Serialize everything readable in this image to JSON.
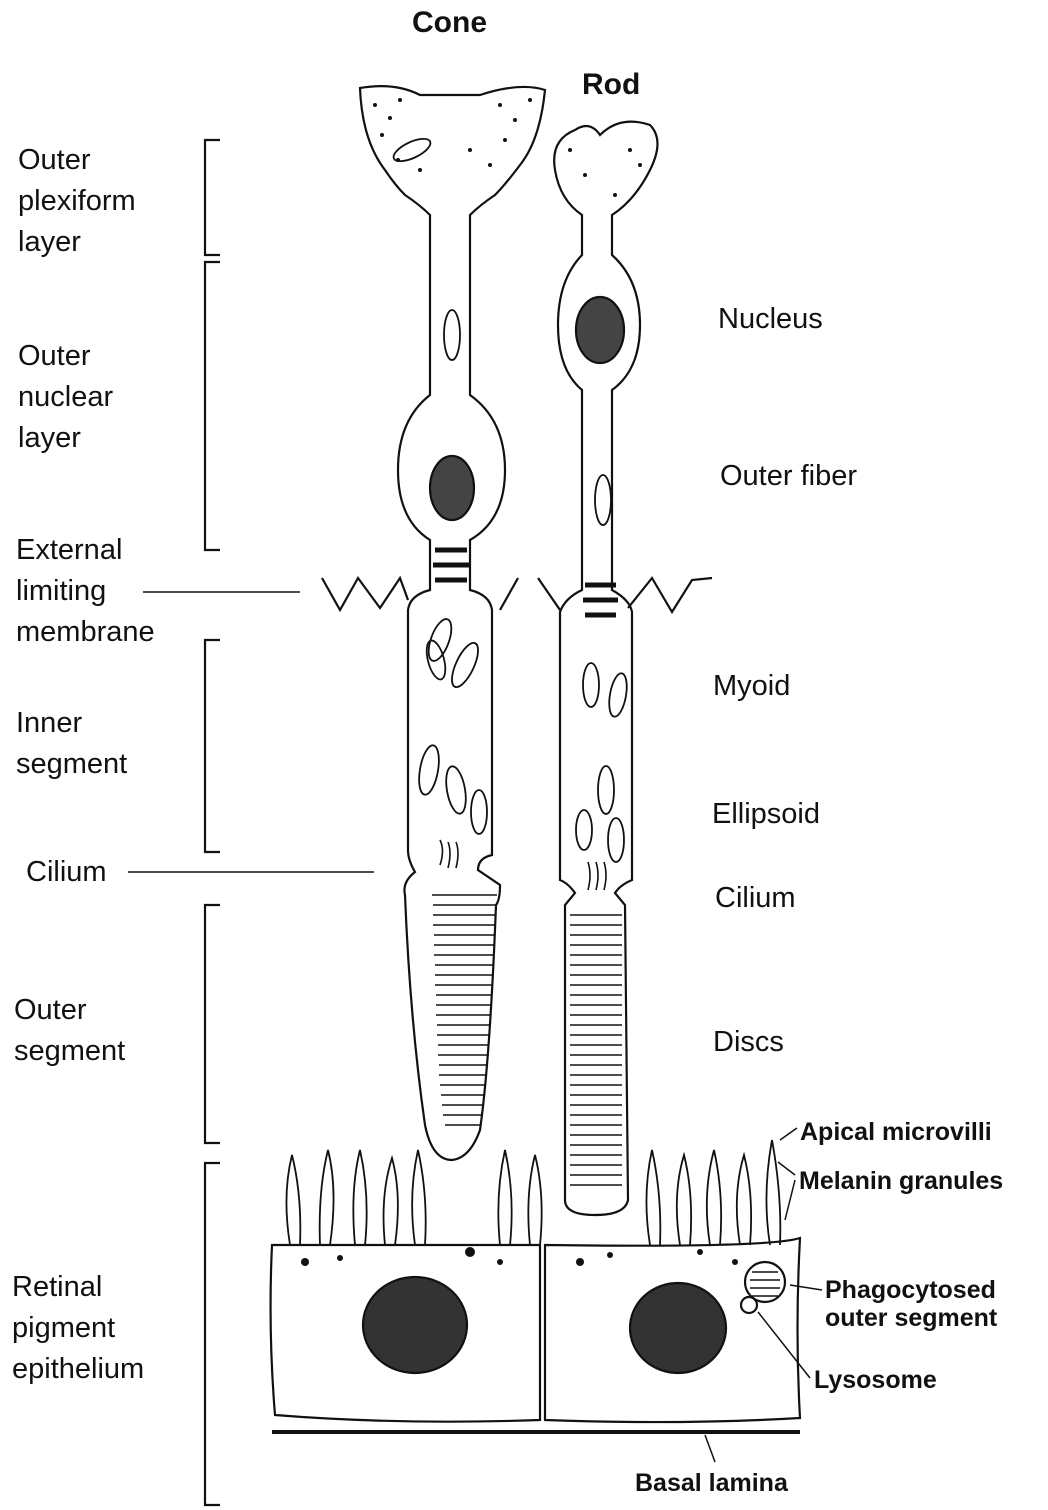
{
  "titles": {
    "cone": "Cone",
    "rod": "Rod"
  },
  "left_labels": {
    "outer_plexiform": [
      "Outer",
      "plexiform",
      "layer"
    ],
    "outer_nuclear": [
      "Outer",
      "nuclear",
      "layer"
    ],
    "external_limiting": [
      "External",
      "limiting",
      "membrane"
    ],
    "inner_segment": [
      "Inner",
      "segment"
    ],
    "cilium": "Cilium",
    "outer_segment": [
      "Outer",
      "segment"
    ],
    "rpe": [
      "Retinal",
      "pigment",
      "epithelium"
    ]
  },
  "right_labels": {
    "nucleus": "Nucleus",
    "outer_fiber": "Outer fiber",
    "myoid": "Myoid",
    "ellipsoid": "Ellipsoid",
    "cilium": "Cilium",
    "discs": "Discs"
  },
  "rpe_labels": {
    "apical_microvilli": "Apical microvilli",
    "melanin_granules": "Melanin granules",
    "phagocytosed_1": "Phagocytosed",
    "phagocytosed_2": "outer segment",
    "lysosome": "Lysosome",
    "basal_lamina": "Basal lamina"
  }
}
